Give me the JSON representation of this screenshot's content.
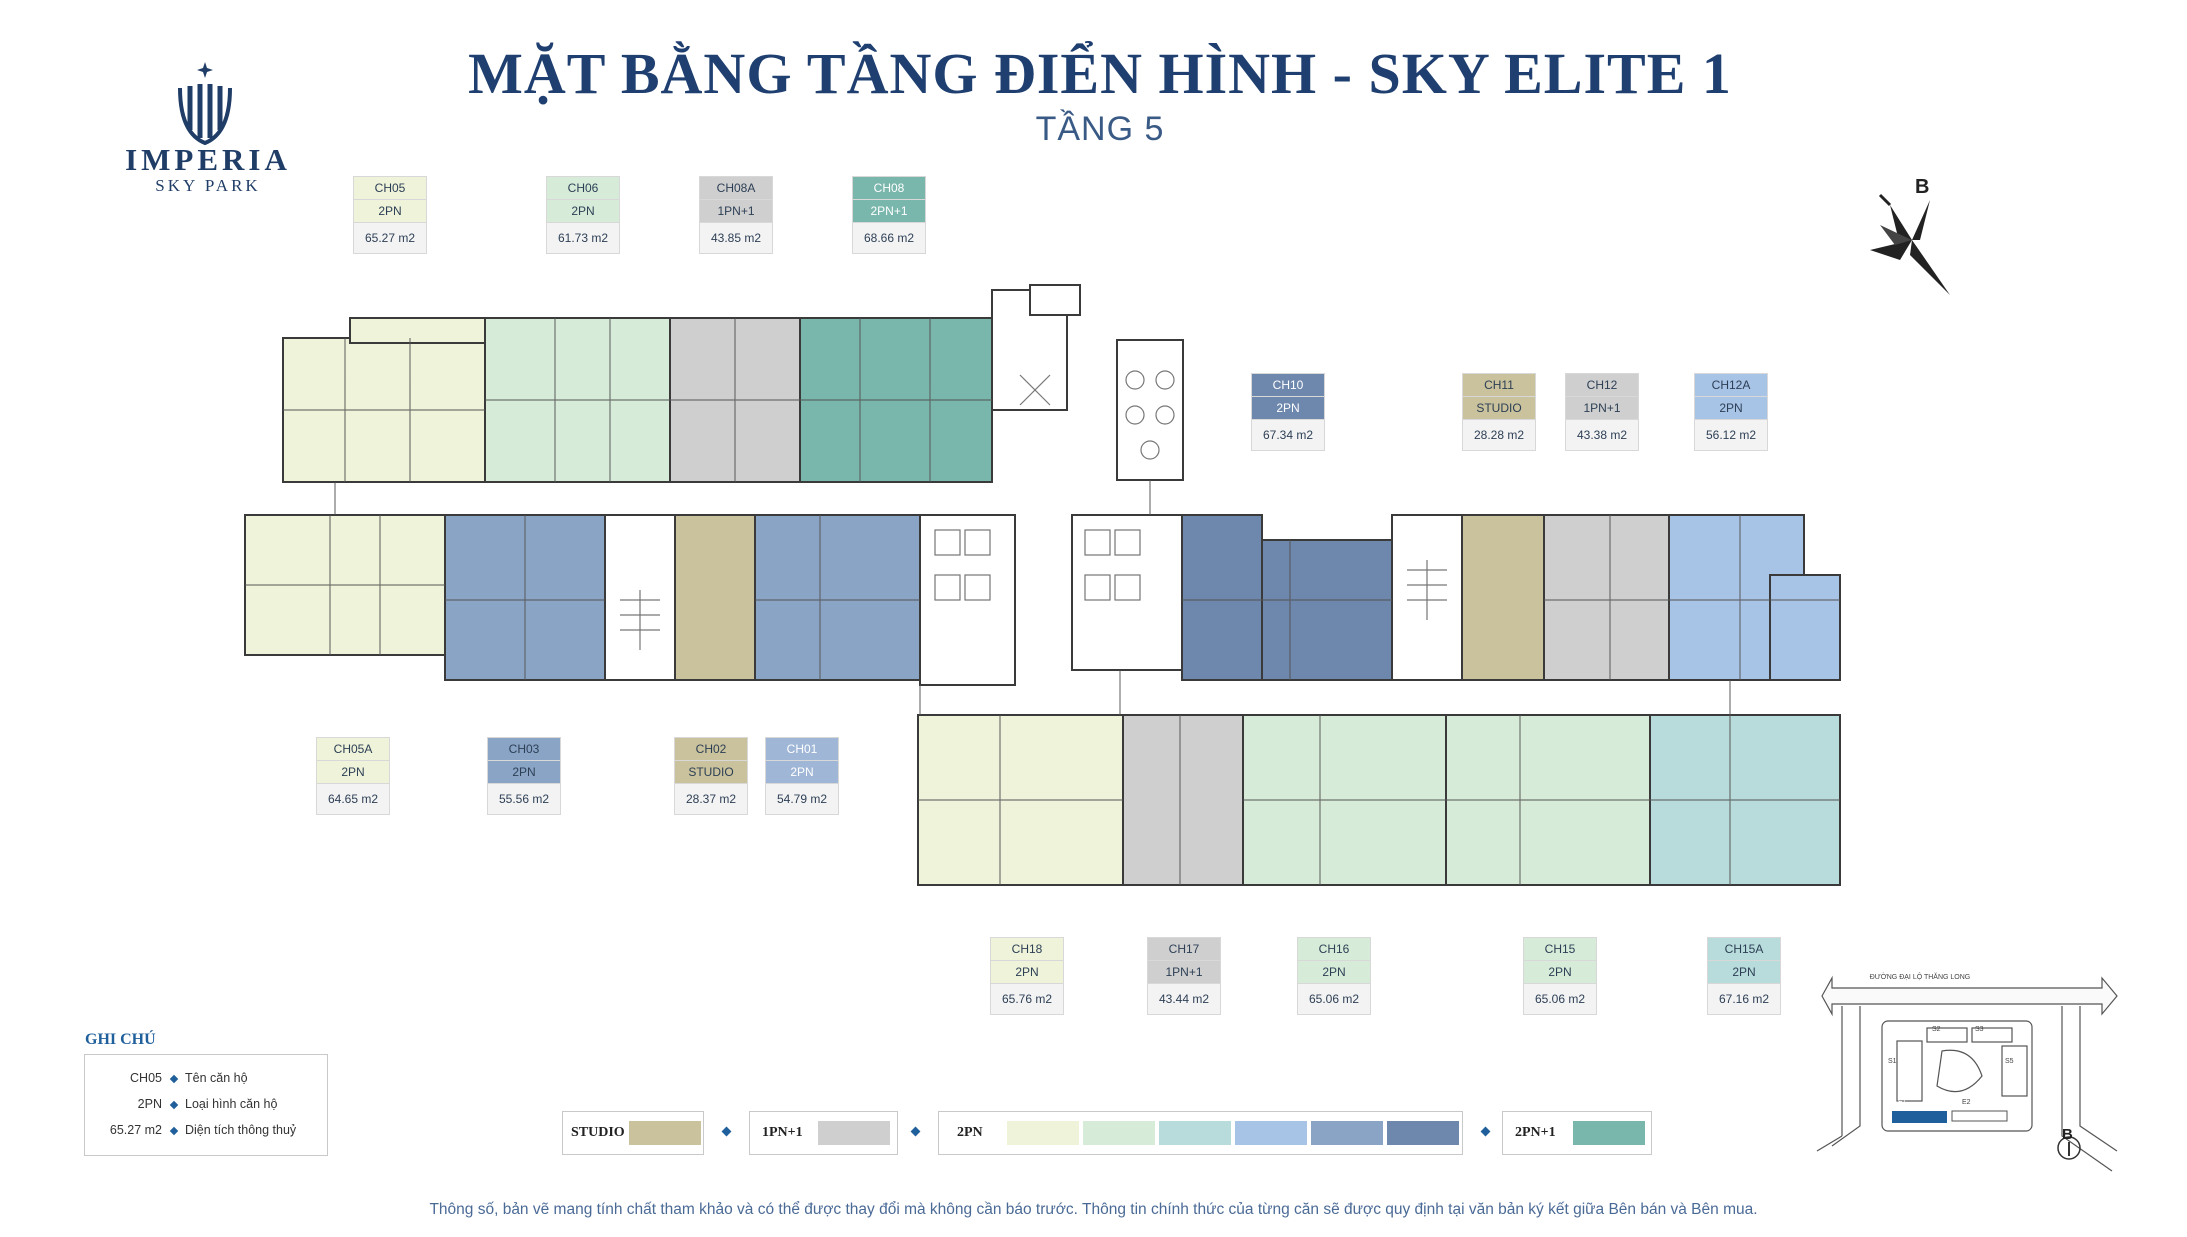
{
  "brand": {
    "name": "IMPERIA",
    "sub": "SKY PARK"
  },
  "title": "MẶT BẰNG TẦNG ĐIỂN HÌNH - SKY ELITE 1",
  "subtitle": "TẦNG 5",
  "compass": {
    "north_label": "B"
  },
  "units": [
    {
      "code": "CH05",
      "type": "2PN",
      "area": "65.27 m2",
      "color": "#eef3da"
    },
    {
      "code": "CH06",
      "type": "2PN",
      "area": "61.73 m2",
      "color": "#d6ecd9"
    },
    {
      "code": "CH08A",
      "type": "1PN+1",
      "area": "43.85 m2",
      "color": "#cfcfcf"
    },
    {
      "code": "CH08",
      "type": "2PN+1",
      "area": "68.66 m2",
      "color": "#79b6ac"
    },
    {
      "code": "CH10",
      "type": "2PN",
      "area": "67.34 m2",
      "color": "#6d87ad"
    },
    {
      "code": "CH11",
      "type": "STUDIO",
      "area": "28.28 m2",
      "color": "#c9c29c"
    },
    {
      "code": "CH12",
      "type": "1PN+1",
      "area": "43.38 m2",
      "color": "#cfcfcf"
    },
    {
      "code": "CH12A",
      "type": "2PN",
      "area": "56.12 m2",
      "color": "#a7c3e6"
    },
    {
      "code": "CH05A",
      "type": "2PN",
      "area": "64.65 m2",
      "color": "#eef3da"
    },
    {
      "code": "CH03",
      "type": "2PN",
      "area": "55.56 m2",
      "color": "#8aa4c6"
    },
    {
      "code": "CH02",
      "type": "STUDIO",
      "area": "28.37 m2",
      "color": "#c9c29c"
    },
    {
      "code": "CH01",
      "type": "2PN",
      "area": "54.79 m2",
      "color": "#9fb6d6"
    },
    {
      "code": "CH18",
      "type": "2PN",
      "area": "65.76 m2",
      "color": "#eef3da"
    },
    {
      "code": "CH17",
      "type": "1PN+1",
      "area": "43.44 m2",
      "color": "#cfcfcf"
    },
    {
      "code": "CH16",
      "type": "2PN",
      "area": "65.06 m2",
      "color": "#d6ecd9"
    },
    {
      "code": "CH15",
      "type": "2PN",
      "area": "65.06 m2",
      "color": "#d6ecd9"
    },
    {
      "code": "CH15A",
      "type": "2PN",
      "area": "67.16 m2",
      "color": "#b8dcdc"
    }
  ],
  "notes": {
    "title": "GHI CHÚ",
    "rows": [
      {
        "key": "CH05",
        "desc": "Tên căn hộ"
      },
      {
        "key": "2PN",
        "desc": "Loại hình căn hộ"
      },
      {
        "key": "65.27 m2",
        "desc": "Diện tích thông thuỷ"
      }
    ]
  },
  "color_legend": [
    {
      "label": "STUDIO",
      "colors": [
        "#c9c29c"
      ]
    },
    {
      "label": "1PN+1",
      "colors": [
        "#cfcfcf"
      ]
    },
    {
      "label": "2PN",
      "colors": [
        "#eef3da",
        "#d6ecd9",
        "#b8dcdc",
        "#a7c3e6",
        "#8aa4c6",
        "#6d87ad"
      ]
    },
    {
      "label": "2PN+1",
      "colors": [
        "#79b6ac"
      ]
    }
  ],
  "keymap": {
    "road_label": "ĐƯỜNG ĐẠI LỘ THĂNG LONG",
    "blocks": [
      "S1",
      "S2",
      "S3",
      "S5",
      "E1",
      "E2"
    ],
    "north_label": "B"
  },
  "disclaimer": "Thông số, bản vẽ mang tính chất tham khảo và có thể được thay đổi mà không cần báo trước. Thông tin chính thức của từng căn sẽ được quy định tại văn bản ký kết giữa Bên bán và Bên mua."
}
